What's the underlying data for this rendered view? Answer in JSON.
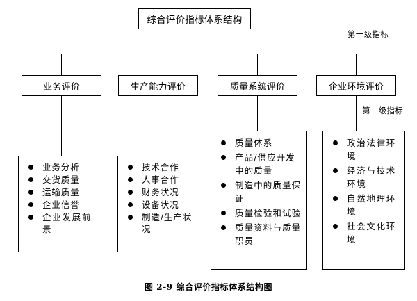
{
  "diagram": {
    "title": "综合评价指标体系结构",
    "caption": "图 2-9   综合评价指标体系结构图",
    "side_labels": [
      {
        "text": "第一级指标"
      },
      {
        "text": "第二级指标"
      }
    ],
    "level1": [
      {
        "label": "业务评价"
      },
      {
        "label": "生产能力评价"
      },
      {
        "label": "质量系统评价"
      },
      {
        "label": "企业环境评价"
      }
    ],
    "level2": [
      {
        "parent": "业务评价",
        "items": [
          "业务分析",
          "交货质量",
          "运输质量",
          "企业信誉",
          "企业发展前景"
        ]
      },
      {
        "parent": "生产能力评价",
        "items": [
          "技术合作",
          "人事合作",
          "财务状况",
          "设备状况",
          "制造/生产状况"
        ]
      },
      {
        "parent": "质量系统评价",
        "items": [
          "质量体系",
          "产品/供应开发中的质量",
          "制造中的质量保证",
          "质量检验和试验",
          "质量资料与质量职员"
        ]
      },
      {
        "parent": "企业环境评价",
        "items": [
          "政治法律环境",
          "经济与技术环境",
          "自然地理环境",
          "社会文化环境"
        ]
      }
    ]
  },
  "colors": {
    "line": "#000000",
    "background": "#ffffff",
    "text": "#000000"
  }
}
